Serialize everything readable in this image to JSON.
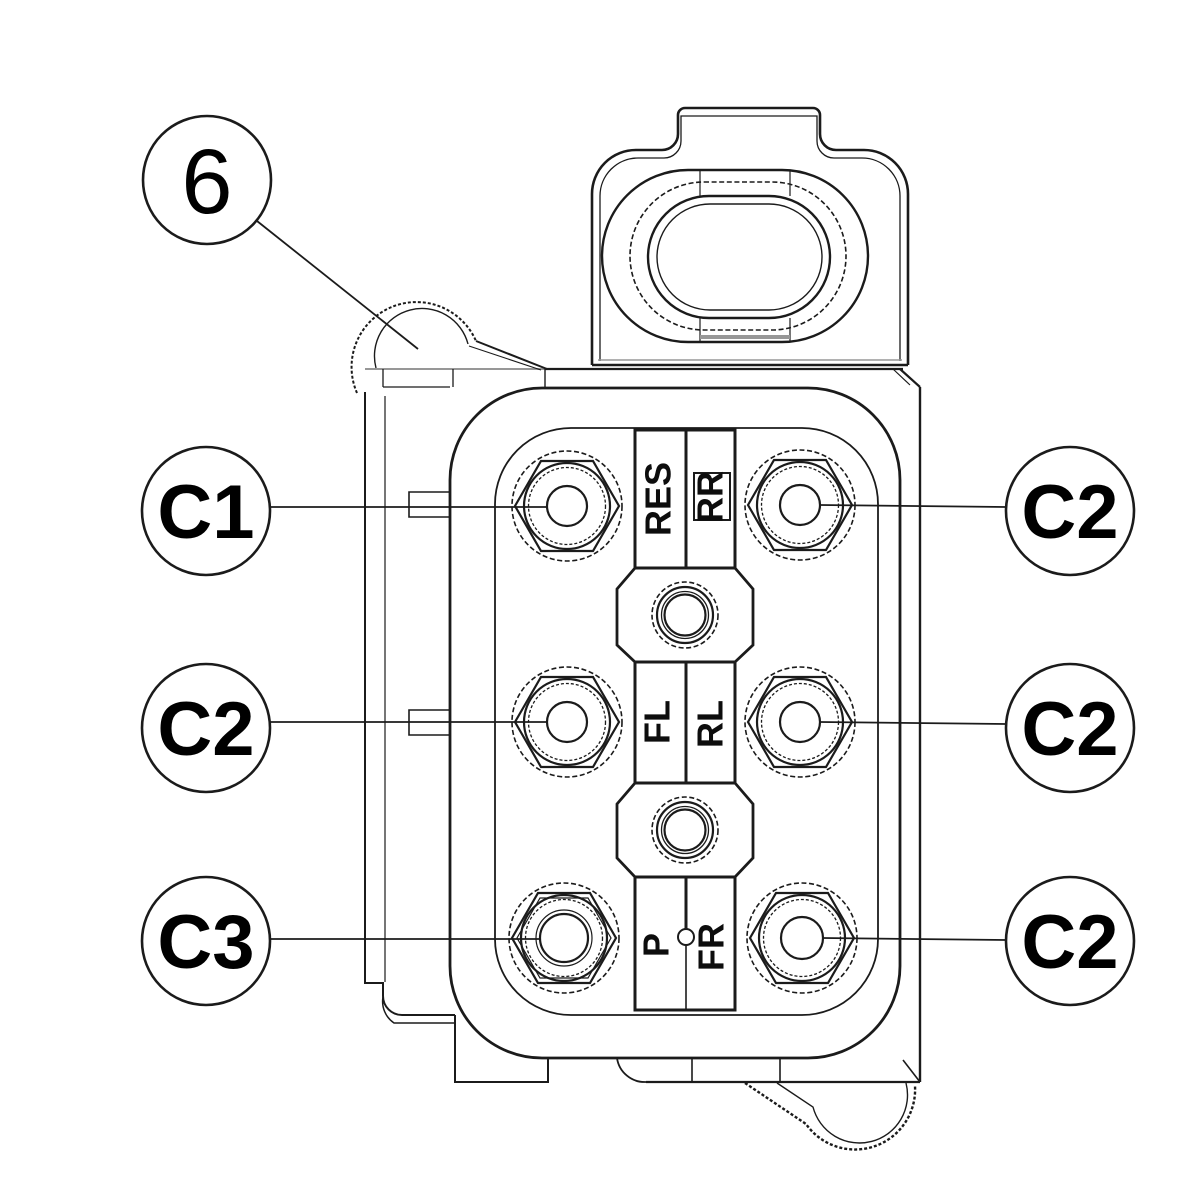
{
  "diagram": {
    "type": "technical-line-drawing",
    "subject": "valve-block-port-identification",
    "callouts": [
      {
        "label": "6",
        "position": "top-left"
      },
      {
        "label": "C1",
        "position": "left-row-1"
      },
      {
        "label": "C2",
        "position": "left-row-2"
      },
      {
        "label": "C3",
        "position": "left-row-3"
      },
      {
        "label": "C2",
        "position": "right-row-1"
      },
      {
        "label": "C2",
        "position": "right-row-2"
      },
      {
        "label": "C2",
        "position": "right-row-3"
      }
    ],
    "port_labels": {
      "res": "RES",
      "rr": "RR",
      "fl": "FL",
      "rl": "RL",
      "p": "P",
      "fr": "FR"
    },
    "colors": {
      "line": "#1b1b1b",
      "secondary_line": "#979797",
      "text": "#000000",
      "background": "#ffffff"
    }
  }
}
